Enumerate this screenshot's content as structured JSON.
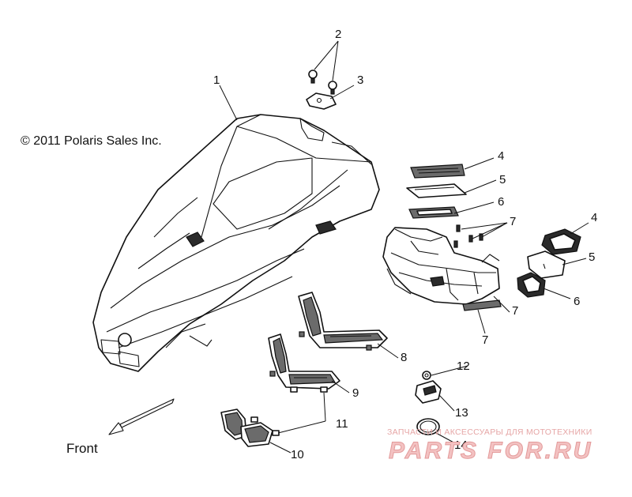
{
  "copyright": "© 2011 Polaris Sales Inc.",
  "front_label": "Front",
  "callouts": {
    "c1": "1",
    "c2": "2",
    "c3": "3",
    "c4a": "4",
    "c5a": "5",
    "c6a": "6",
    "c7a": "7",
    "c4b": "4",
    "c5b": "5",
    "c6b": "6",
    "c7b": "7",
    "c7c": "7",
    "c8": "8",
    "c9": "9",
    "c10": "10",
    "c11": "11",
    "c12": "12",
    "c13": "13",
    "c14": "14"
  },
  "watermark": {
    "tagline": "ЗАПЧАСТИ И АКСЕССУАРЫ ДЛЯ МОТОТЕХНИКИ",
    "brand": "PARTS FOR.RU"
  }
}
